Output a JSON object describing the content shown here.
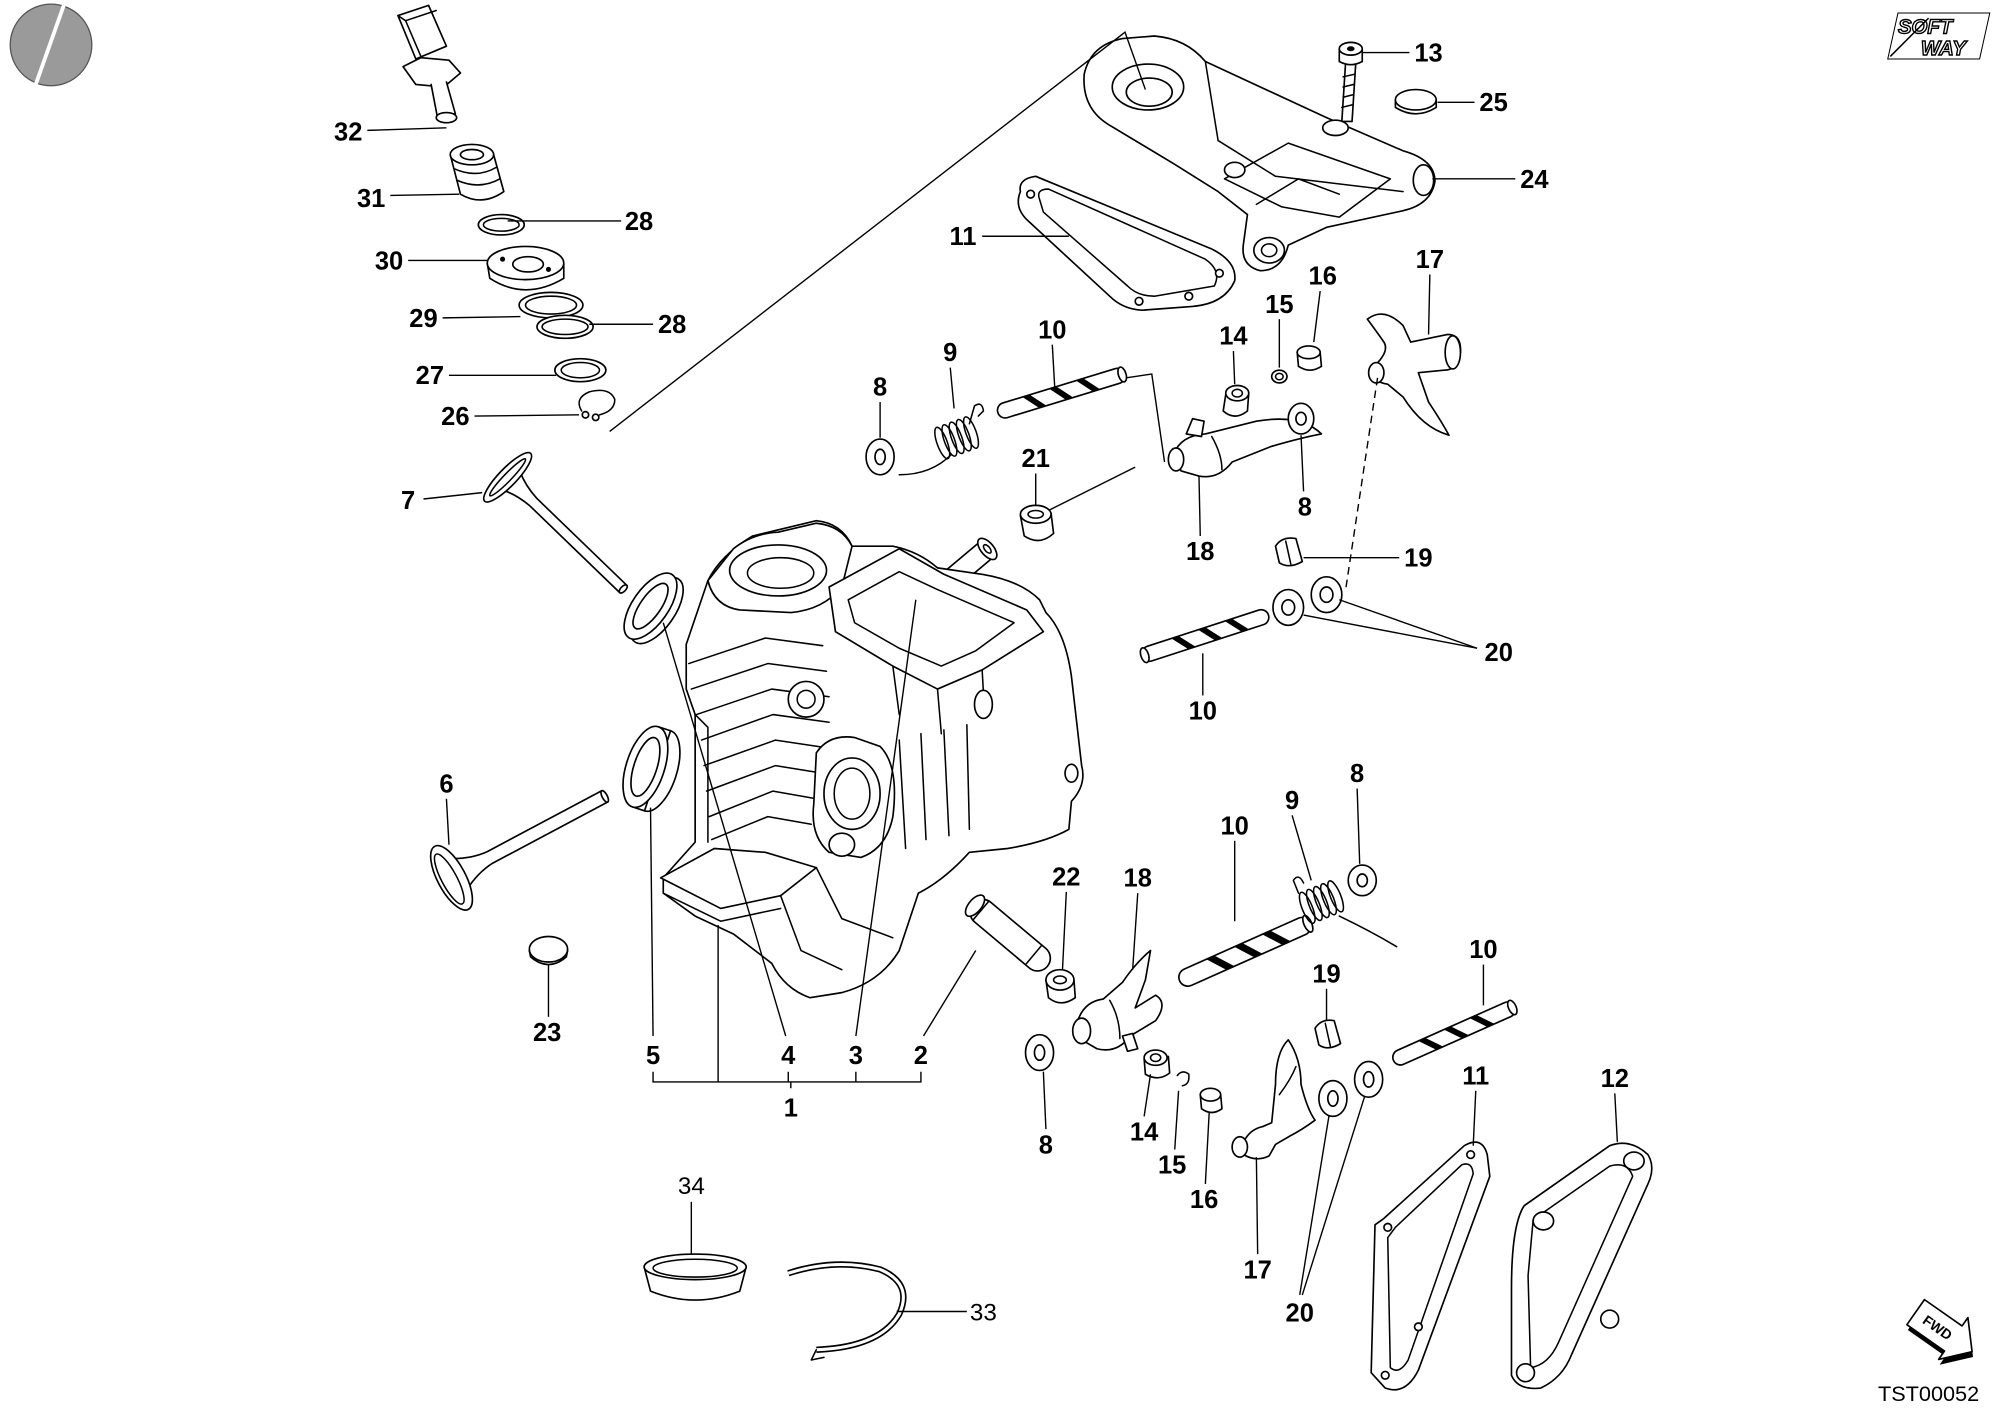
{
  "logo": {
    "line1": "SOFT",
    "line2": "WAY"
  },
  "fwd_label": "FWD",
  "drawing_code": "TST00052",
  "callouts": [
    "32",
    "31",
    "28",
    "30",
    "29",
    "28",
    "27",
    "26",
    "13",
    "25",
    "24",
    "11",
    "16",
    "15",
    "17",
    "14",
    "10",
    "9",
    "8",
    "21",
    "18",
    "8",
    "19",
    "20",
    "10",
    "7",
    "6",
    "23",
    "5",
    "4",
    "3",
    "2",
    "1",
    "22",
    "18",
    "10",
    "9",
    "8",
    "19",
    "10",
    "11",
    "12",
    "8",
    "14",
    "15",
    "16",
    "17",
    "20",
    "34",
    "33"
  ]
}
